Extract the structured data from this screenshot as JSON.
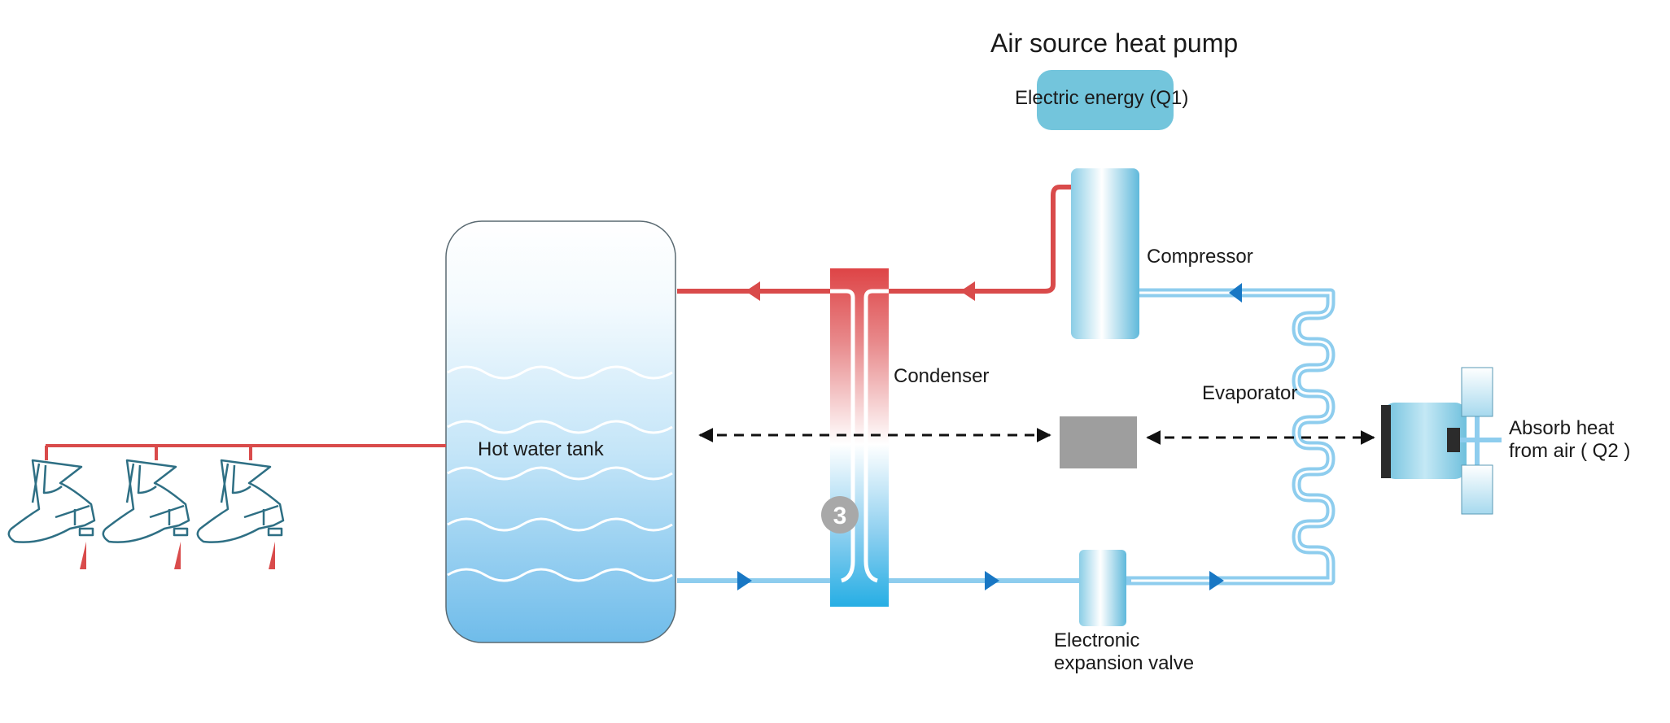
{
  "diagram": {
    "title": "Air source heat pump",
    "electric_energy_label": "Electric energy (Q1)",
    "compressor_label": "Compressor",
    "condenser_label": "Condenser",
    "evaporator_label": "Evaporator",
    "tank_label": "Hot water tank",
    "valve_label_line1": "Electronic",
    "valve_label_line2": "expansion valve",
    "absorb_label_line1": "Absorb heat",
    "absorb_label_line2": "from air ( Q2 )",
    "step_badge": "3",
    "faucet_count": 3
  },
  "colors": {
    "hot_pipe": "#d94b4b",
    "cold_pipe": "#8ecdee",
    "cold_arrow": "#1877c4",
    "tank_fill": "#7fc4ec",
    "component_fill": "#73c5dc",
    "faucet_stroke": "#2e6f84",
    "heat_exchanger": "#9e9e9e",
    "badge": "#a8a8a8"
  }
}
